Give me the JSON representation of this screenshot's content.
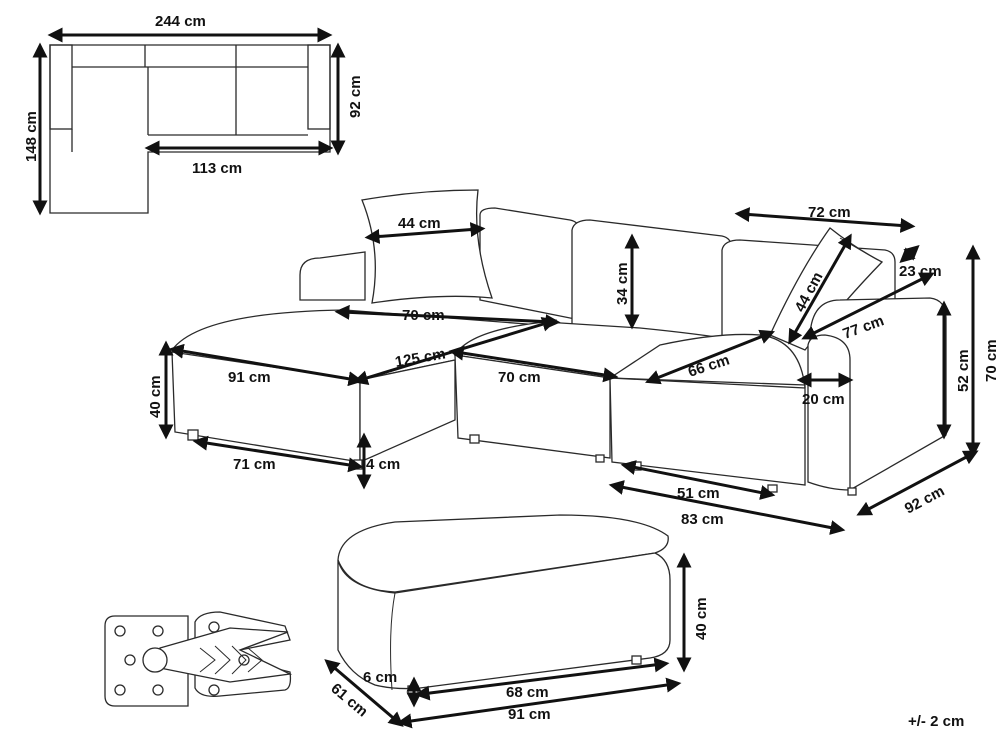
{
  "colors": {
    "outline": "#2a2a2a",
    "dimension": "#111111",
    "background": "#ffffff"
  },
  "plan": {
    "width": "244 cm",
    "depth_total": "148 cm",
    "depth_seat": "92 cm",
    "inner_width": "113 cm"
  },
  "sofa": {
    "pillow_left_width": "44 cm",
    "back_cushion_height": "34 cm",
    "chaise_seat_depth": "70 cm",
    "chaise_diagonal": "125 cm",
    "chaise_width": "91 cm",
    "seat_height": "40 cm",
    "foot_span": "71 cm",
    "foot_height": "4 cm",
    "middle_seat_depth": "70 cm",
    "end_seat_depth": "66 cm",
    "arm_width_top": "72 cm",
    "pillow_right_height": "44 cm",
    "arm_thickness": "23 cm",
    "arm_depth": "77 cm",
    "arm_width": "20 cm",
    "arm_height": "52 cm",
    "total_height": "70 cm",
    "total_depth": "92 cm",
    "seat_width": "51 cm",
    "module_width": "83 cm"
  },
  "ottoman": {
    "height": "40 cm",
    "foot_height": "6 cm",
    "depth": "61 cm",
    "foot_span": "68 cm",
    "width": "91 cm"
  },
  "tolerance": "+/- 2 cm",
  "icons": [
    "plan-view-icon",
    "connector-clip-icon"
  ]
}
